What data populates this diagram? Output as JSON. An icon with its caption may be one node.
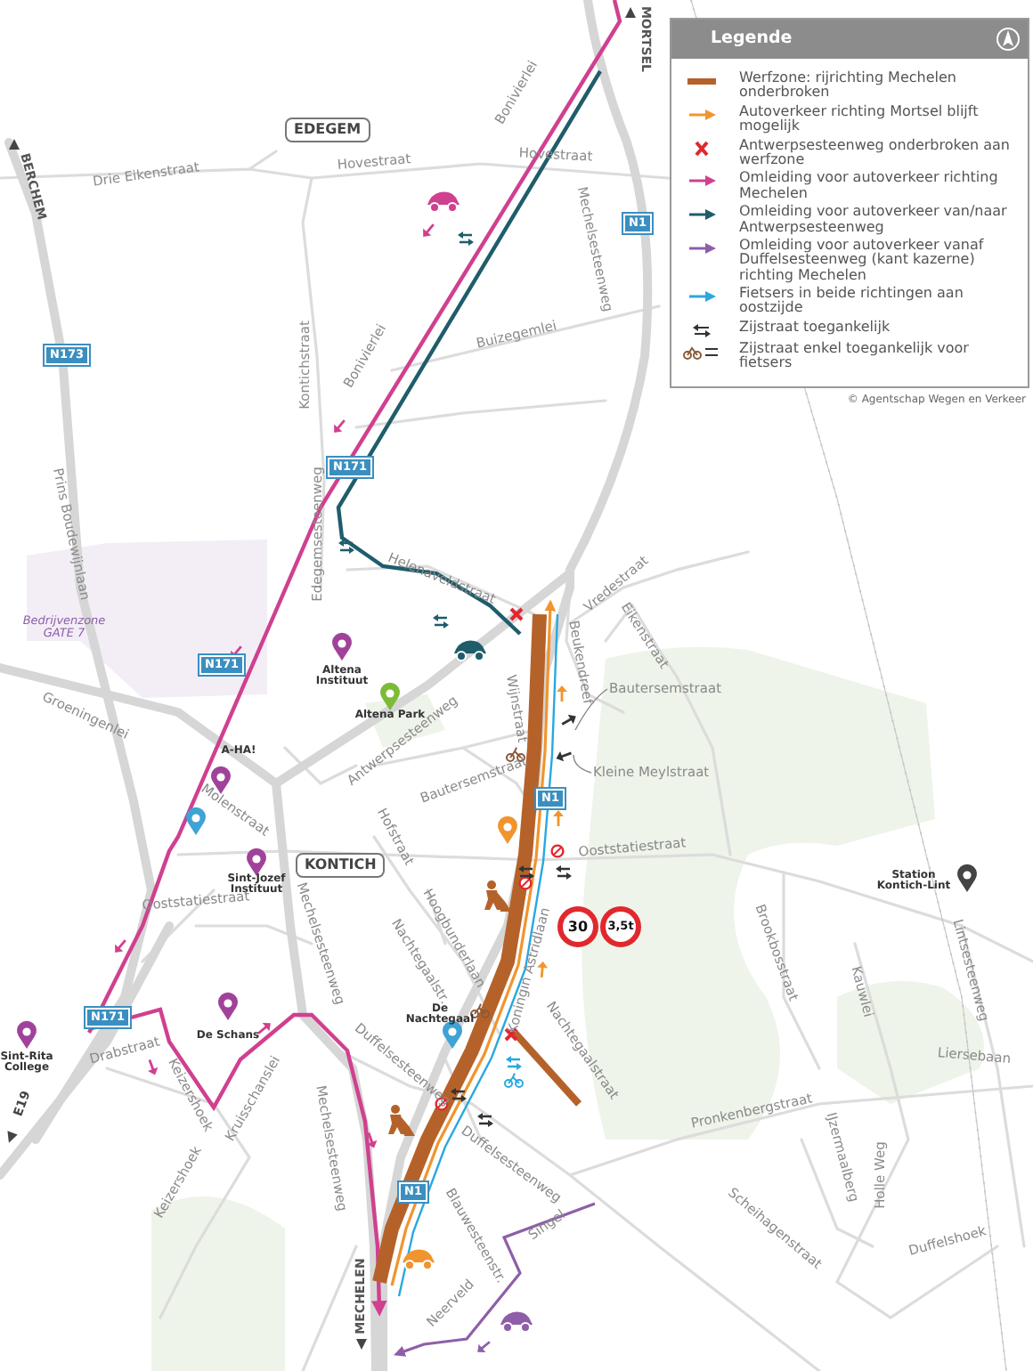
{
  "diagram": {
    "nodes": [
      {
        "text": [
          "EDEGEM"
        ]
      },
      {
        "text": [
          "N1"
        ]
      },
      {
        "text": [
          "N173"
        ]
      },
      {
        "text": [
          "N171"
        ]
      },
      {
        "text": [
          "N171"
        ]
      },
      {
        "text": [
          "Bautersemstraat"
        ]
      },
      {
        "text": [
          "Kleine Meylstraat"
        ]
      },
      {
        "text": [
          "N1"
        ]
      },
      {
        "text": [
          "KONTICH"
        ]
      },
      {
        "text": [
          "30"
        ]
      },
      {
        "text": [
          "3,5t"
        ]
      },
      {
        "text": [
          "N171"
        ]
      },
      {
        "text": [
          "N1"
        ]
      }
    ],
    "edges": [
      {
        "from": 5,
        "to": null,
        "arrow": "none"
      },
      {
        "from": 6,
        "to": null,
        "arrow": "none"
      }
    ],
    "labels": [
      "MORTSEL",
      "Bonivierlei",
      "Drie Eikenstraat",
      "Hovestraat",
      "Hovestraat",
      "BERCHEM",
      "Mechelsesteenweg",
      "Buizegemlei",
      "Kontichstraat",
      "Bonivierlei",
      "Prins Boudewijnlaan",
      "Bedrijvenzone GATE 7",
      "Helenaveldstraat",
      "Edegemsesteenweg",
      "Altena Instituut",
      "Altena Park",
      "Groeningenlei",
      "Antwerpsesteenweg",
      "A-HA!",
      "Molenstraat",
      "Sint-Jozef Instituut",
      "Hofstraat",
      "Bautersemstraat",
      "Vredestraat",
      "Eikenstraat",
      "Wijnstraat",
      "Beukendreef",
      "Ooststatiestraat",
      "Hoogbunderlaan",
      "Ooststatiestraat",
      "Station Kontich-Lint",
      "Nachtegaalstr.",
      "Koningin Astridlaan",
      "Mechelsesteenweg",
      "Brookbosstraat",
      "Kauwlei",
      "Lintsesteenweg",
      "De Nachtegaal",
      "Duffelsesteenweg",
      "Nachtegaalstraat",
      "Drabstraat",
      "De Schans",
      "Sint-Rita College",
      "Liersebaan",
      "Keizershoek",
      "Kruisschanslei",
      "Mechelsesteenweg",
      "E19",
      "Pronkenbergstraat",
      "IJzermaalberg",
      "Holle Weg",
      "Keizershoek",
      "Duffelsesteenweg",
      "Scheihagenstraat",
      "Blauwesteenstr.",
      "Singel",
      "Duffelshoek",
      "Neerveld",
      "MECHELEN",
      "Legende",
      "© Agentschap Wegen en Verkeer"
    ],
    "legend": [
      {
        "text": "Werfzone: rijrichting Mechelen onderbroken"
      },
      {
        "text": "Autoverkeer richting Mortsel blijft mogelijk"
      },
      {
        "text": "Antwerpsesteenweg onderbroken aan werfzone"
      },
      {
        "text": "Omleiding voor autoverkeer richting Mechelen"
      },
      {
        "text": "Omleiding voor autoverkeer van/naar Antwerpsesteenweg"
      },
      {
        "text": "Omleiding voor autoverkeer vanaf Duffelsesteenweg (kant kazerne) richting Mechelen"
      },
      {
        "text": "Fietsers in beide richtingen aan oostzijde"
      },
      {
        "text": "Zijstraat toegankelijk"
      },
      {
        "text": "Zijstraat enkel toegankelijk voor fietsers"
      }
    ]
  }
}
